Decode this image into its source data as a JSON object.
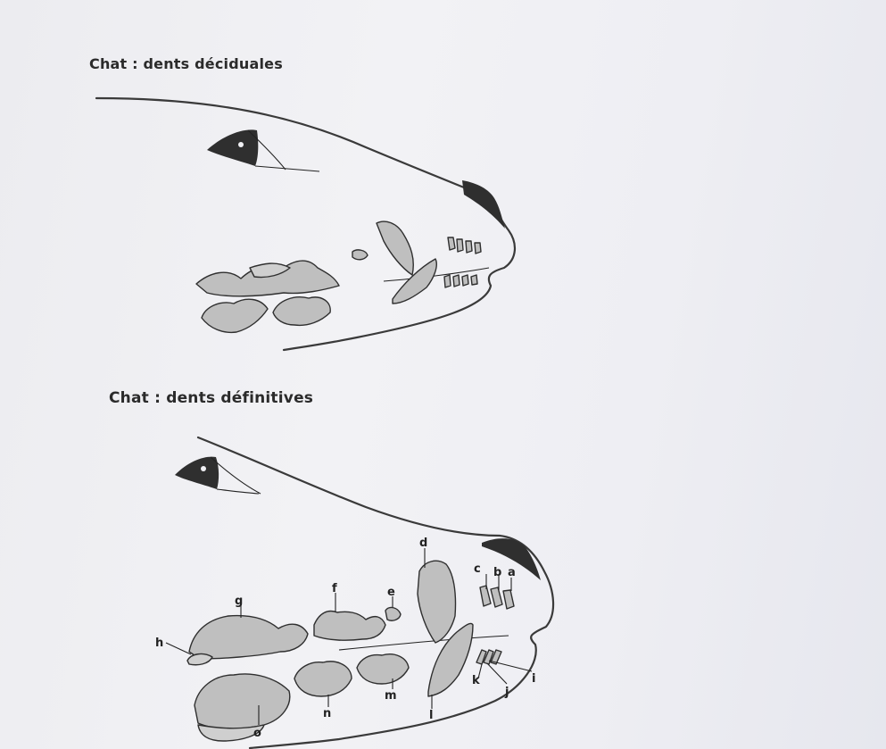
{
  "headings": {
    "deciduous": "Chat : dents déciduales",
    "permanent": "Chat : dents définitives"
  },
  "labels": {
    "a": "a",
    "b": "b",
    "c": "c",
    "d": "d",
    "e": "e",
    "f": "f",
    "g": "g",
    "h": "h",
    "i": "i",
    "j": "j",
    "k": "k",
    "l": "l",
    "m": "m",
    "n": "n",
    "o": "o"
  },
  "colors": {
    "ink": "#2f2f2f",
    "tooth_fill": "#bfbfbf",
    "paper": "#f0f0f4"
  }
}
